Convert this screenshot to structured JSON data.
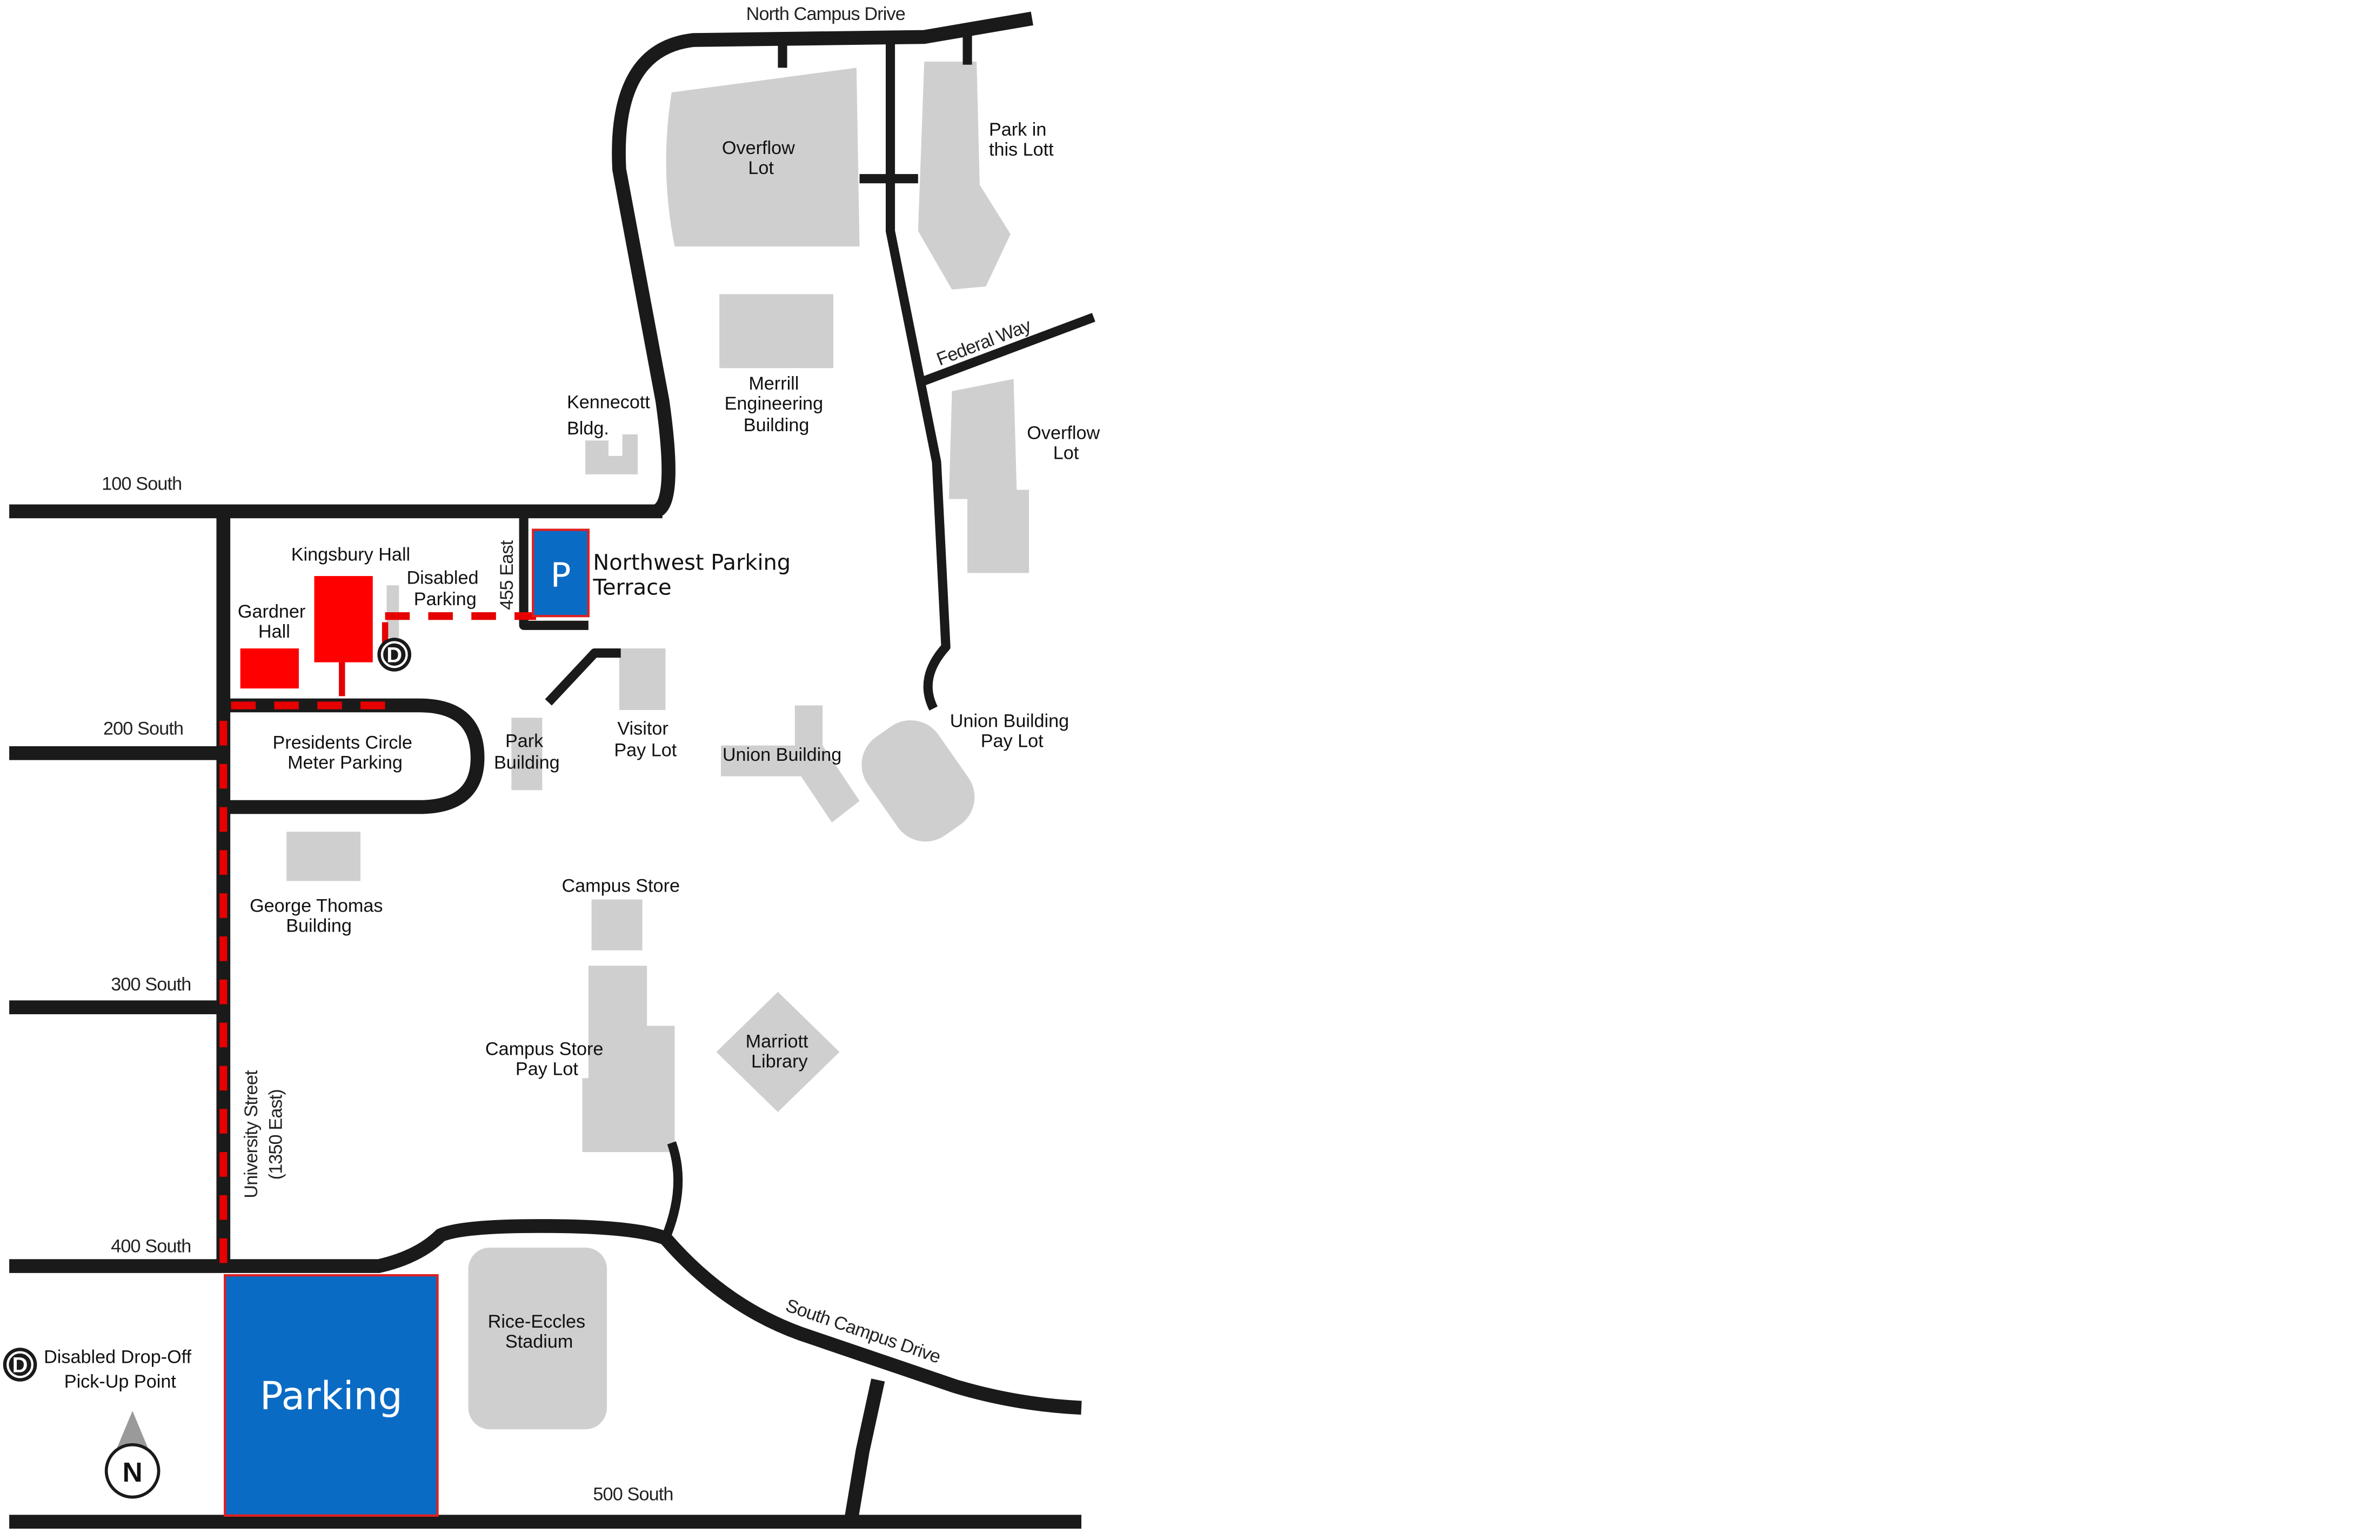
{
  "map": {
    "streets": {
      "north_campus_drive": "North Campus Drive",
      "federal_way": "Federal Way",
      "s100": "100 South",
      "s200": "200 South",
      "s300": "300 South",
      "s400": "400 South",
      "s500": "500 South",
      "east455": "455 East",
      "university_street_1": "University Street",
      "university_street_2": "(1350 East)",
      "south_campus_drive": "South Campus Drive"
    },
    "places": {
      "overflow_lot_n": [
        "Overflow",
        "Lot"
      ],
      "park_in_lot": [
        "Park in",
        "this Lott"
      ],
      "merrill": [
        "Merrill",
        "Engineering",
        "Building"
      ],
      "kennecott": [
        "Kennecott",
        "Bldg."
      ],
      "overflow_lot_e": [
        "Overflow",
        "Lot"
      ],
      "kingsbury": "Kingsbury Hall",
      "disabled_parking": [
        "Disabled",
        "Parking"
      ],
      "gardner": [
        "Gardner",
        "Hall"
      ],
      "presidents_circle": [
        "Presidents Circle",
        "Meter Parking"
      ],
      "park_building": [
        "Park",
        "Building"
      ],
      "visitor_lot": [
        "Visitor",
        "Pay Lot"
      ],
      "union_building": "Union Building",
      "union_lot": [
        "Union Building",
        "Pay Lot"
      ],
      "george_thomas": [
        "George Thomas",
        "Building"
      ],
      "campus_store": "Campus Store",
      "campus_store_lot": [
        "Campus Store",
        "Pay Lot"
      ],
      "marriott": [
        "Marriott",
        "Library"
      ],
      "rice_eccles": [
        "Rice-Eccles",
        "Stadium"
      ]
    },
    "parking": {
      "nw_letter": "P",
      "nw_label": [
        "Northwest Parking",
        "Terrace"
      ],
      "main_label": "Parking"
    },
    "legend": {
      "d_symbol": "D",
      "disabled_dropoff": [
        "Disabled Drop-Off",
        "Pick-Up Point"
      ],
      "north": "N"
    },
    "colors": {
      "road": "#1a1a1a",
      "building": "#cfcfcf",
      "highlight_building": "#ff0000",
      "route": "#e60000",
      "parking_blue": "#0a6bc4",
      "parking_border": "#e02020"
    }
  }
}
